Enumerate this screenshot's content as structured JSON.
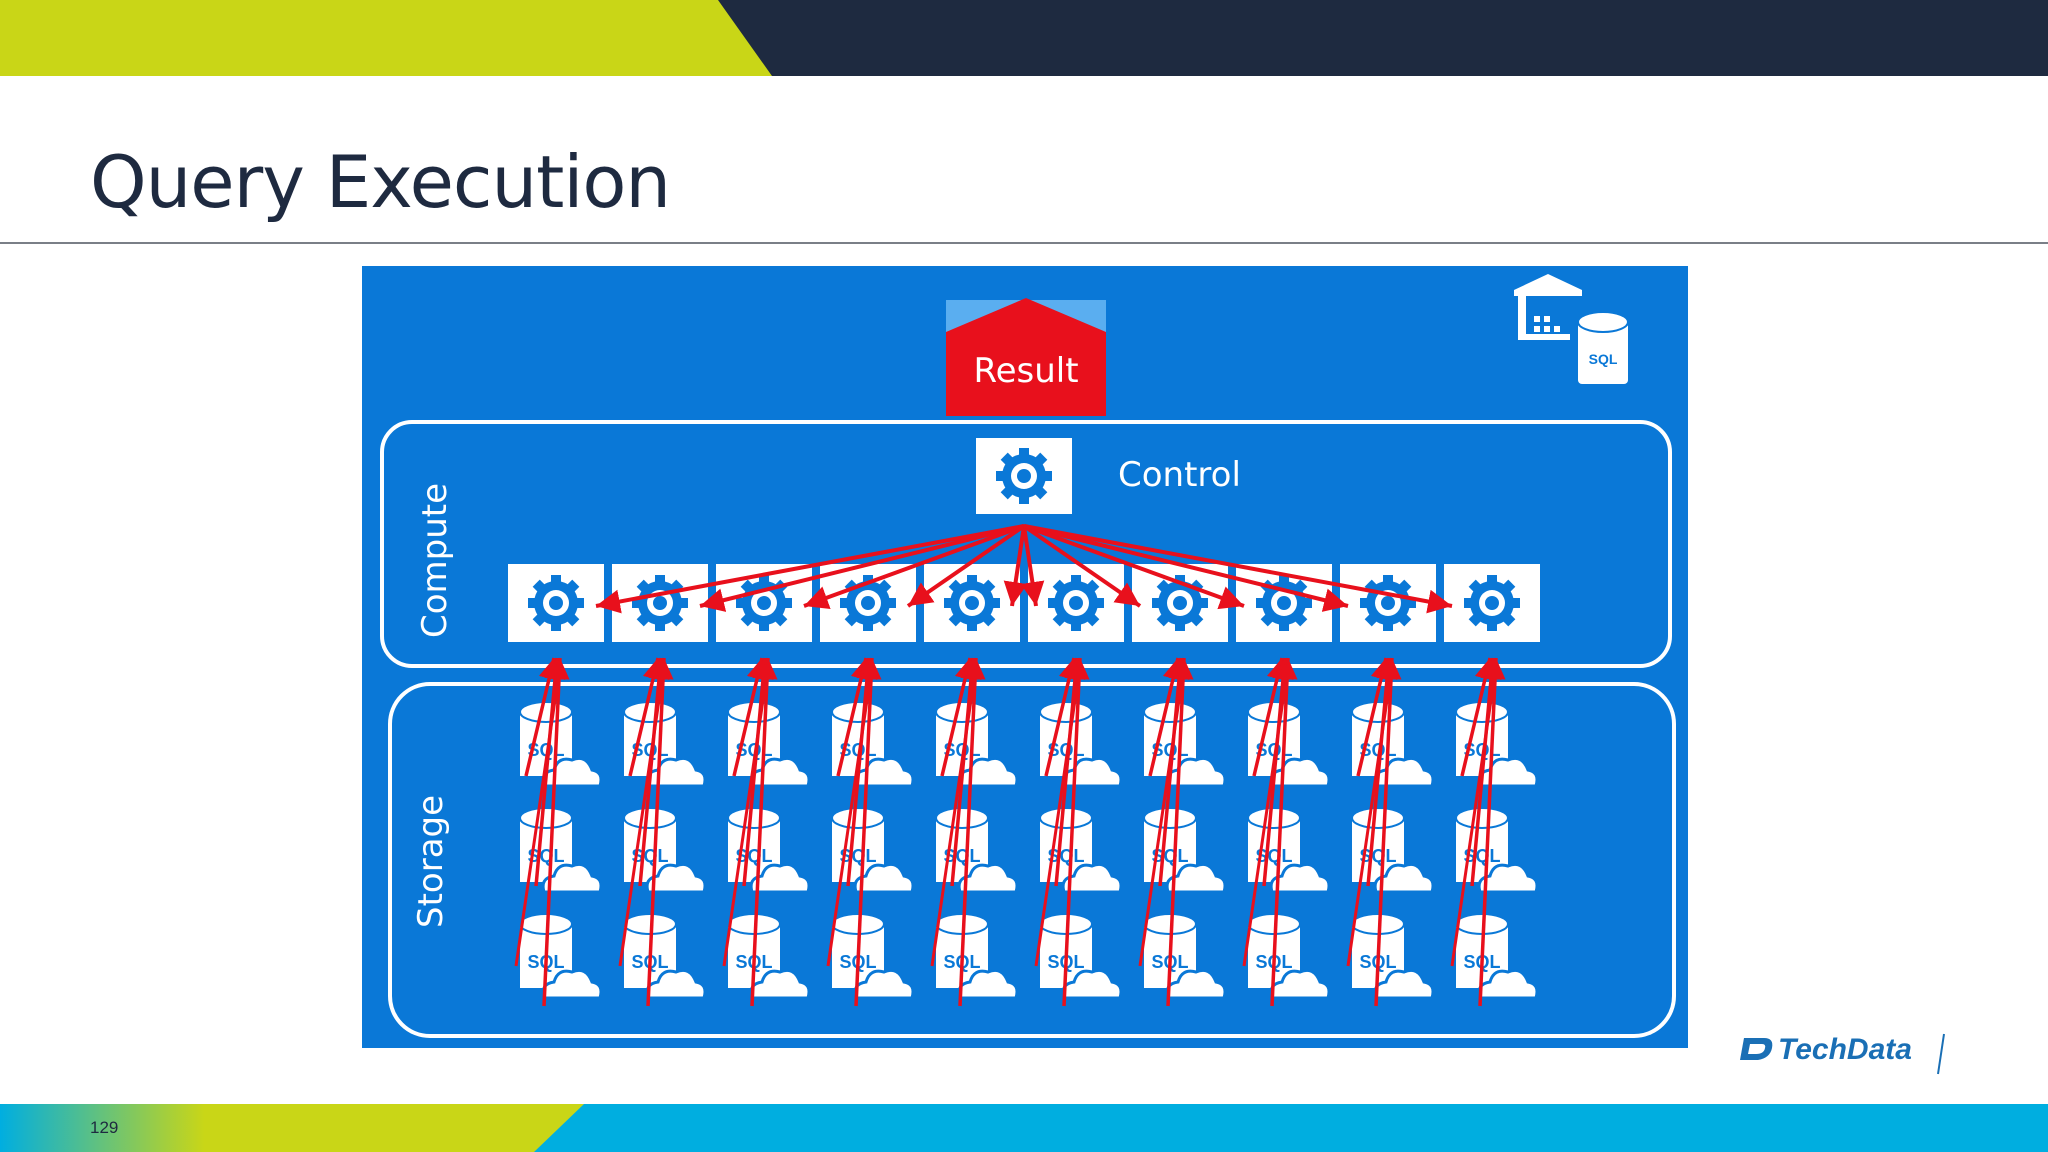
{
  "slide": {
    "title": "Query Execution",
    "page_number": "129"
  },
  "diagram": {
    "result_label": "Result",
    "control_label": "Control",
    "compute_label": "Compute",
    "storage_label": "Storage",
    "db_label": "SQL",
    "compute_node_count": 10,
    "storage_rows": 3
  },
  "logo": {
    "text": "TechData"
  },
  "colors": {
    "lime": "#c9d617",
    "navy": "#1e2a40",
    "panel_blue": "#0a78d7",
    "arrow_red": "#e8101c",
    "result_red": "#e8101c",
    "cyan": "#00aee0"
  }
}
